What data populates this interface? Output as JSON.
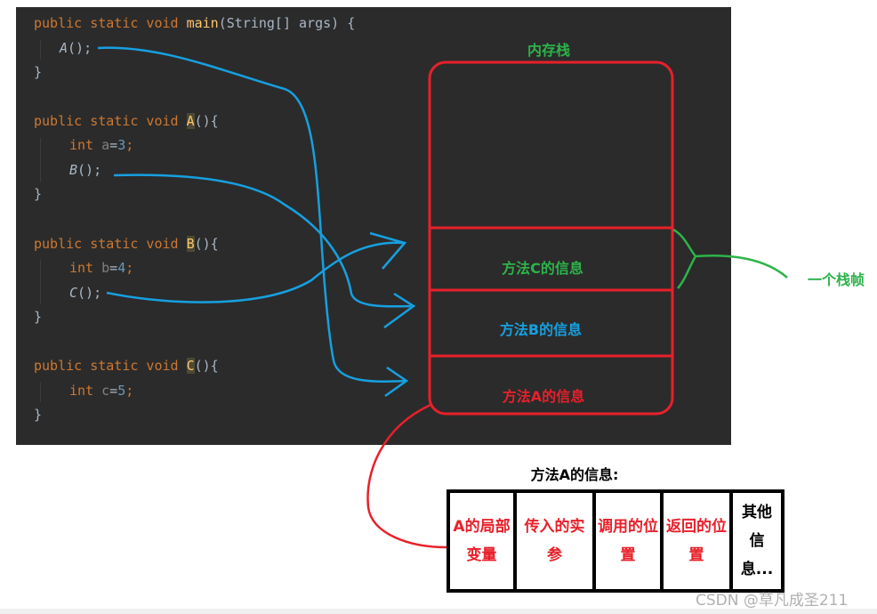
{
  "code": {
    "lines": [
      {
        "kw": "public static void ",
        "name": "main",
        "rest": "(String[] args) {"
      },
      {
        "call": "A",
        "rest": "();"
      },
      {
        "rest": "}"
      },
      {
        "kw": "public static void ",
        "name": "A",
        "rest": "(){"
      },
      {
        "kw": "int ",
        "var": "a",
        "rest": "=",
        "num": "3",
        "end": ";"
      },
      {
        "call": "B",
        "rest": "();"
      },
      {
        "rest": "}"
      },
      {
        "kw": "public static void ",
        "name": "B",
        "rest": "(){"
      },
      {
        "kw": "int ",
        "var": "b",
        "rest": "=",
        "num": "4",
        "end": ";"
      },
      {
        "call": "C",
        "rest": "();"
      },
      {
        "rest": "}"
      },
      {
        "kw": "public static void ",
        "name": "C",
        "rest": "(){"
      },
      {
        "kw": "int ",
        "var": "c",
        "rest": "=",
        "num": "5",
        "end": ";"
      },
      {
        "rest": "}"
      }
    ]
  },
  "stack": {
    "title": "内存栈",
    "frames": [
      "方法C的信息",
      "方法B的信息",
      "方法A的信息"
    ],
    "frame_label": "一个栈帧"
  },
  "detail": {
    "title": "方法A的信息:",
    "cells": [
      "A的局部变量",
      "传入的实参",
      "调用的位置",
      "返回的位置",
      "其他信息..."
    ]
  },
  "watermark": "CSDN @草凡成圣211",
  "colors": {
    "red": "#e8202a",
    "green": "#2db34a",
    "blue": "#16a0e0",
    "code_bg": "#2b2b2b"
  }
}
